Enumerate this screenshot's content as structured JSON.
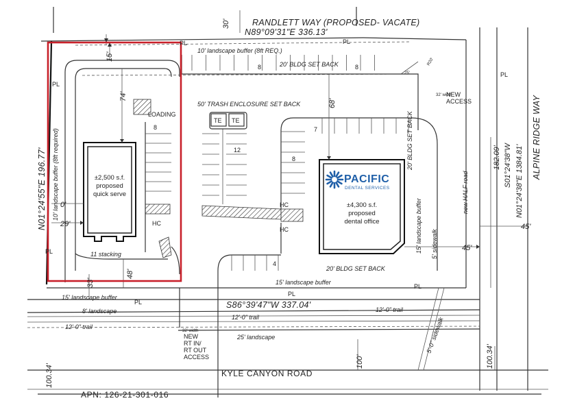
{
  "streets": {
    "north": "RANDLETT WAY (PROPOSED- VACATE)",
    "south": "KYLE CANYON ROAD",
    "east": "ALPINE RIDGE WAY"
  },
  "bearings": {
    "north": "N89°09'31\"E 336.13'",
    "west": "N01°24'55\"E 196.77'",
    "south": "S86°39'47\"W 337.04'",
    "east_1": "S01°24'38\"W",
    "east_2": "N01°24'38\"E 1384.81'"
  },
  "dims": {
    "d30": "30'",
    "d15": "15'",
    "d74": "74'",
    "d68": "68'",
    "d29": "29'",
    "d0": "0'",
    "d48": "48'",
    "d33": "33'",
    "d45a": "45'",
    "d45b": "45'",
    "d18209": "182.09'",
    "d10034a": "100.34'",
    "d10034b": "100.34'",
    "d100": "100'"
  },
  "labels": {
    "lb_north": "10' landscape buffer (8ft REQ.)",
    "setback_north": "20' BLDG SET BACK",
    "trash_setback": "50' TRASH ENCLOSURE SET BACK",
    "loading": "LOADING",
    "lb_west": "10' landscape buffer (8ft required)",
    "stacking": "11 stacking",
    "hc1": "HC",
    "hc2": "HC",
    "hc3": "HC",
    "te1": "TE",
    "te2": "TE",
    "new_access_1": "32' width",
    "new_access_2": "NEW",
    "new_access_3": "ACCESS",
    "setback_east": "20' BLDG SET BACK",
    "lb_east": "15' landscape buffer",
    "sidewalk_east": "5' sidewalk",
    "half_road": "new HALF road",
    "setback_south": "20' BLDG SET BACK",
    "lb_south_a": "15' landscape buffer",
    "lb_south_b": "15' landscape buffer",
    "landscape_8": "8' landscape",
    "trail_1": "12'-0\" trail",
    "trail_2": "12'-0\" trail",
    "trail_3": "12'-0\" trail",
    "landscape_25": "25' landscape",
    "sidewalk_south": "5'-0\" sidewalk",
    "rt_access_1": "32' width",
    "rt_access_2": "NEW",
    "rt_access_3": "RT IN/",
    "rt_access_4": "RT OUT",
    "rt_access_5": "ACCESS",
    "apn": "APN: 126-21-301-016",
    "pl1": "PL",
    "pl2": "PL",
    "pl3": "PL",
    "pl4": "PL",
    "pl5": "PL",
    "pl6": "PL",
    "pl7": "PL",
    "pl8": "PL",
    "r25": "25'",
    "r20": "R20'"
  },
  "parking": {
    "n8a": "8",
    "n8b": "8",
    "n8c": "8",
    "n12": "12",
    "n8d": "8",
    "n7": "7",
    "n4": "4"
  },
  "buildings": {
    "quick_serve": {
      "line1": "±2,500 s.f.",
      "line2": "proposed",
      "line3": "quick serve"
    },
    "dental": {
      "line1": "±4,300 s.f.",
      "line2": "proposed",
      "line3": "dental office"
    }
  },
  "logo": {
    "name": "PACIFIC",
    "sub": "DENTAL SERVICES",
    "color": "#1f5fa8"
  },
  "highlight": {
    "color": "#c8202a"
  }
}
